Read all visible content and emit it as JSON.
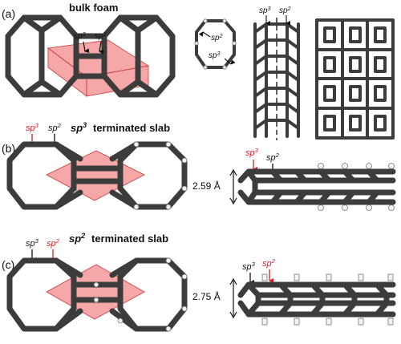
{
  "panel_a": {
    "label": "(a)",
    "title": "bulk foam",
    "sp3_label": "sp3",
    "sp2_label": "sp2",
    "ring_sp2_label": "sp2",
    "ring_sp3_label": "sp3",
    "column_sp3_label": "sp3",
    "column_sp2_label": "sp2"
  },
  "panel_b": {
    "label": "(b)",
    "title": "terminated slab",
    "title_prefix": "sp3",
    "sp3_label": "sp3",
    "sp2_label": "sp2",
    "right_sp3_label": "sp3",
    "right_sp2_label": "sp2",
    "thickness": "2.59 Å"
  },
  "panel_c": {
    "label": "(c)",
    "title": "terminated slab",
    "title_prefix": "sp2",
    "sp3_label": "sp3",
    "sp2_label": "sp2",
    "right_sp3_label": "sp3",
    "right_sp2_label": "sp2",
    "thickness": "2.75 Å"
  },
  "colors": {
    "highlight": "#e01b24",
    "bond": "#3c3c3c",
    "plane": "#ef6060"
  }
}
